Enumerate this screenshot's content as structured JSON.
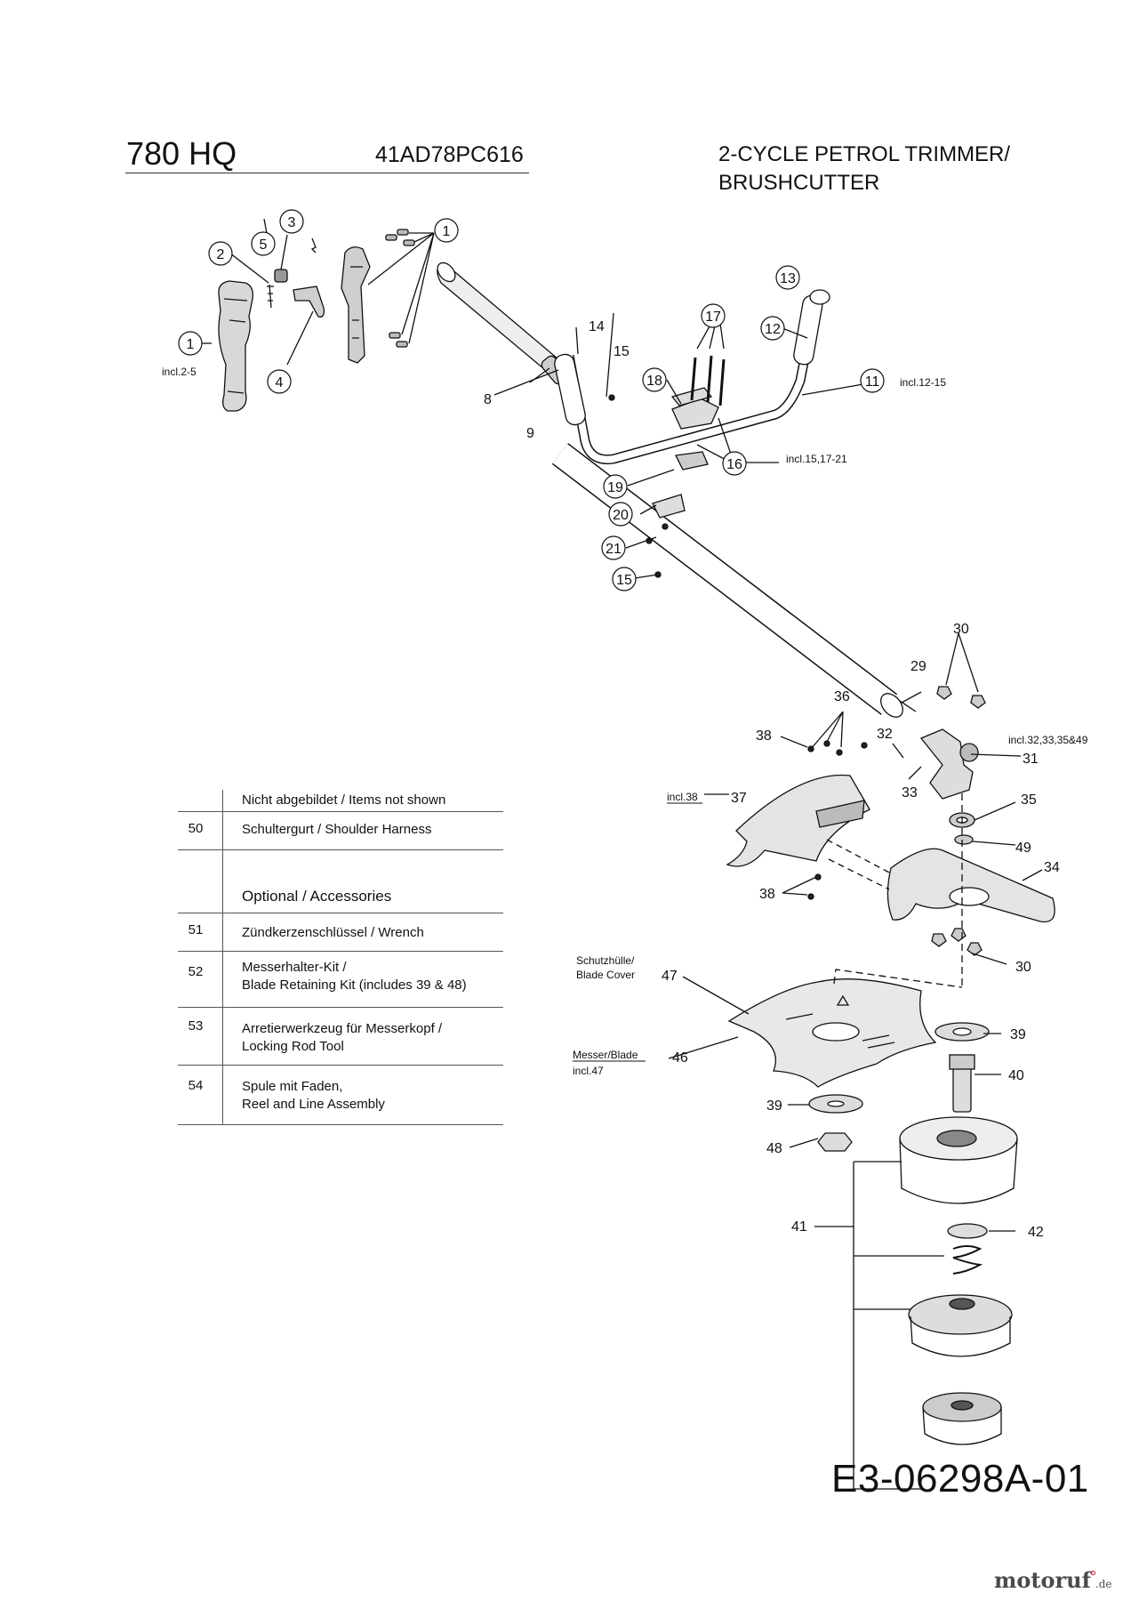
{
  "header": {
    "model": "780 HQ",
    "part_number": "41AD78PC616",
    "title_line1": "2-CYCLE PETROL TRIMMER/",
    "title_line2": "BRUSHCUTTER"
  },
  "callouts": {
    "c1": "1",
    "c2": "2",
    "c3": "3",
    "c4": "4",
    "c5": "5",
    "c1b": "1",
    "c8": "8",
    "c9": "9",
    "c11": "11",
    "c12": "12",
    "c13": "13",
    "c14": "14",
    "c15a": "15",
    "c15b": "15",
    "c16": "16",
    "c17": "17",
    "c18": "18",
    "c19": "19",
    "c20": "20",
    "c21": "21",
    "c29": "29",
    "c30a": "30",
    "c30b": "30",
    "c31": "31",
    "c32": "32",
    "c33": "33",
    "c34": "34",
    "c35": "35",
    "c36": "36",
    "c37": "37",
    "c38a": "38",
    "c38b": "38",
    "c39a": "39",
    "c39b": "39",
    "c40": "40",
    "c41": "41",
    "c42": "42",
    "c46": "46",
    "c47": "47",
    "c48": "48",
    "c49": "49"
  },
  "notes": {
    "incl_2_5": "incl.2-5",
    "incl_12_15": "incl.12-15",
    "incl_15_17_21": "incl.15,17-21",
    "incl_32_33_35_49": "incl.32,33,35&49",
    "incl_38": "incl.38",
    "blade_cover": "Schutzhülle/",
    "blade_cover2": "Blade Cover",
    "messer_blade": "Messer/Blade",
    "incl_47": "incl.47"
  },
  "accessories_table": {
    "header_not_shown": "Nicht abgebildet / Items not shown",
    "optional_header": "Optional / Accessories",
    "rows": [
      {
        "num": "50",
        "line1": "Schultergurt / Shoulder Harness",
        "line2": ""
      },
      {
        "num": "51",
        "line1": "Zündkerzenschlüssel / Wrench",
        "line2": ""
      },
      {
        "num": "52",
        "line1": "Messerhalter-Kit /",
        "line2": "Blade Retaining Kit (includes 39 & 48)"
      },
      {
        "num": "53",
        "line1": "Arretierwerkzeug für Messerkopf /",
        "line2": "Locking Rod Tool"
      },
      {
        "num": "54",
        "line1": "Spule mit Faden,",
        "line2": "Reel and Line Assembly"
      }
    ]
  },
  "footer": {
    "doc_id": "E3-06298A-01",
    "brand": "motoruf",
    "brand_tld": ".de"
  },
  "colors": {
    "ink": "#111111",
    "brand_accent": "#c8102e"
  }
}
